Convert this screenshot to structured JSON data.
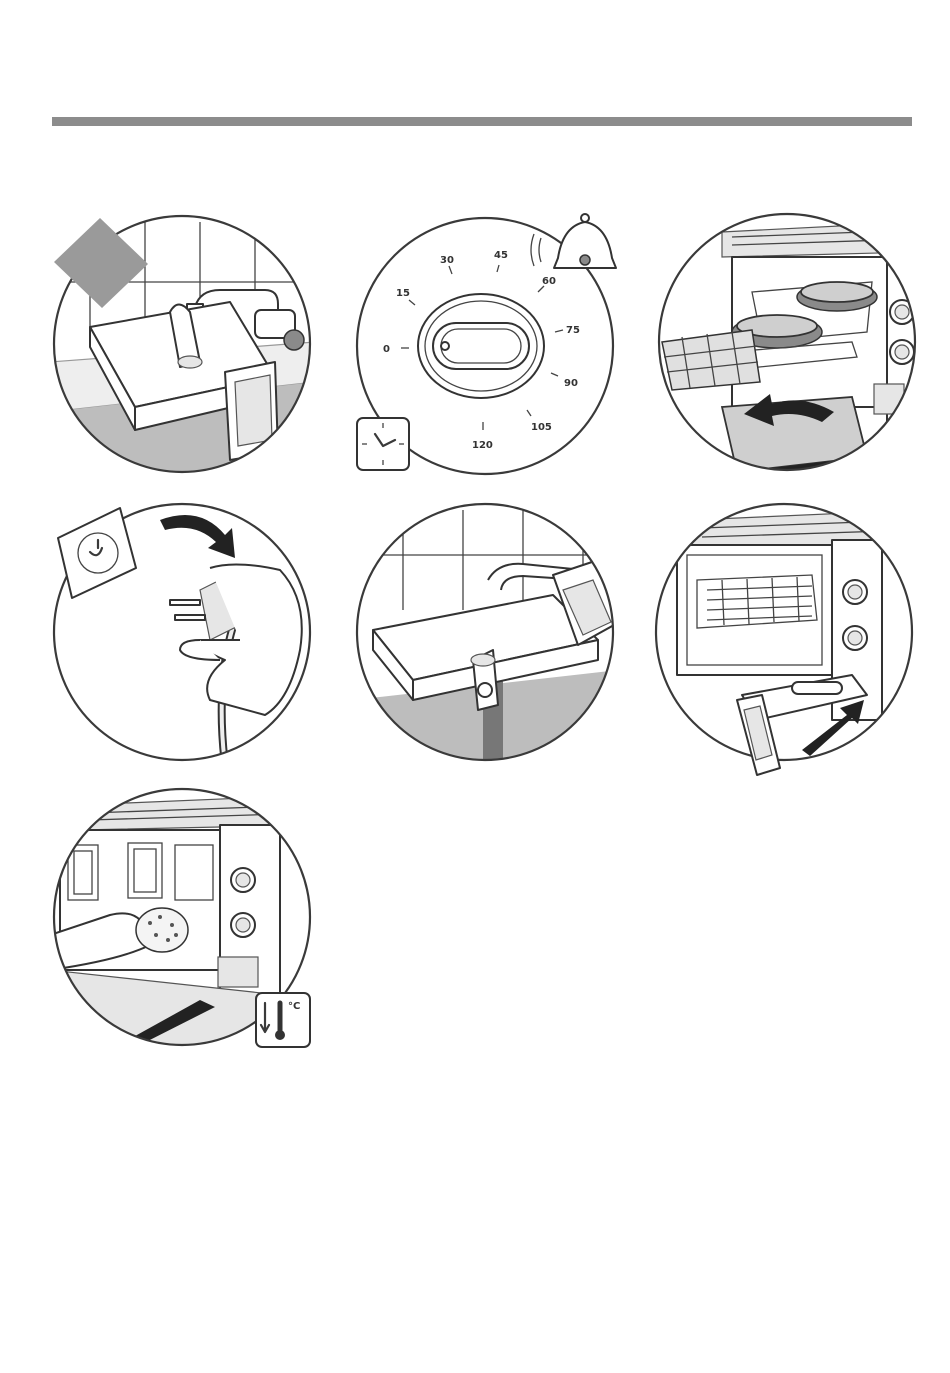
{
  "colors": {
    "rule": "#8c8c8c",
    "outline": "#3a3a3a",
    "grey_fill": "#cfcfcf",
    "dark_grey": "#8a8a8a"
  },
  "icons": {
    "bell": "bell-icon",
    "clock": "clock-icon",
    "thermometer": "thermometer-icon",
    "arrow": "curved-arrow-icon"
  },
  "timer_dial": {
    "ticks": [
      "0",
      "15",
      "30",
      "45",
      "60",
      "75",
      "90",
      "105",
      "120"
    ]
  },
  "thermometer_icon": {
    "unit": "°C"
  }
}
